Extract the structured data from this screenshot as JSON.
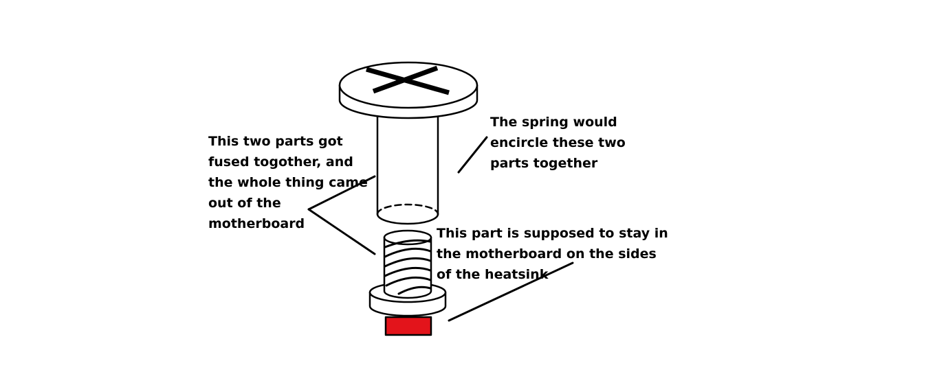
{
  "labels": {
    "fused_parts": [
      "This two parts got",
      "fused togother, and",
      "the whole thing came",
      "out of the",
      "motherboard"
    ],
    "spring": [
      "The spring would",
      "encircle these two",
      "parts together"
    ],
    "stay_part": [
      "This part is supposed to stay in",
      "the motherboard on the sides",
      "of the heatsink"
    ]
  },
  "colors": {
    "stroke": "#000000",
    "background": "#ffffff",
    "base_red": "#e3141b"
  }
}
